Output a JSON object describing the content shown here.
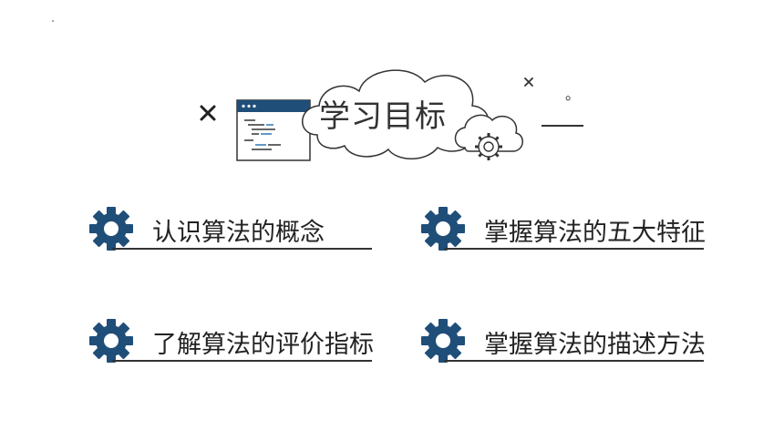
{
  "title": "学习目标",
  "colors": {
    "accent": "#1f4e79",
    "ink": "#333333"
  },
  "decorations": {
    "cross_icon": "x-mark",
    "small_circle": "。"
  },
  "objectives": [
    {
      "label": "认识算法的概念",
      "icon": "gear-icon"
    },
    {
      "label": "掌握算法的五大特征",
      "icon": "gear-icon"
    },
    {
      "label": "了解算法的评价指标",
      "icon": "gear-icon"
    },
    {
      "label": "掌握算法的描述方法",
      "icon": "gear-icon"
    }
  ]
}
